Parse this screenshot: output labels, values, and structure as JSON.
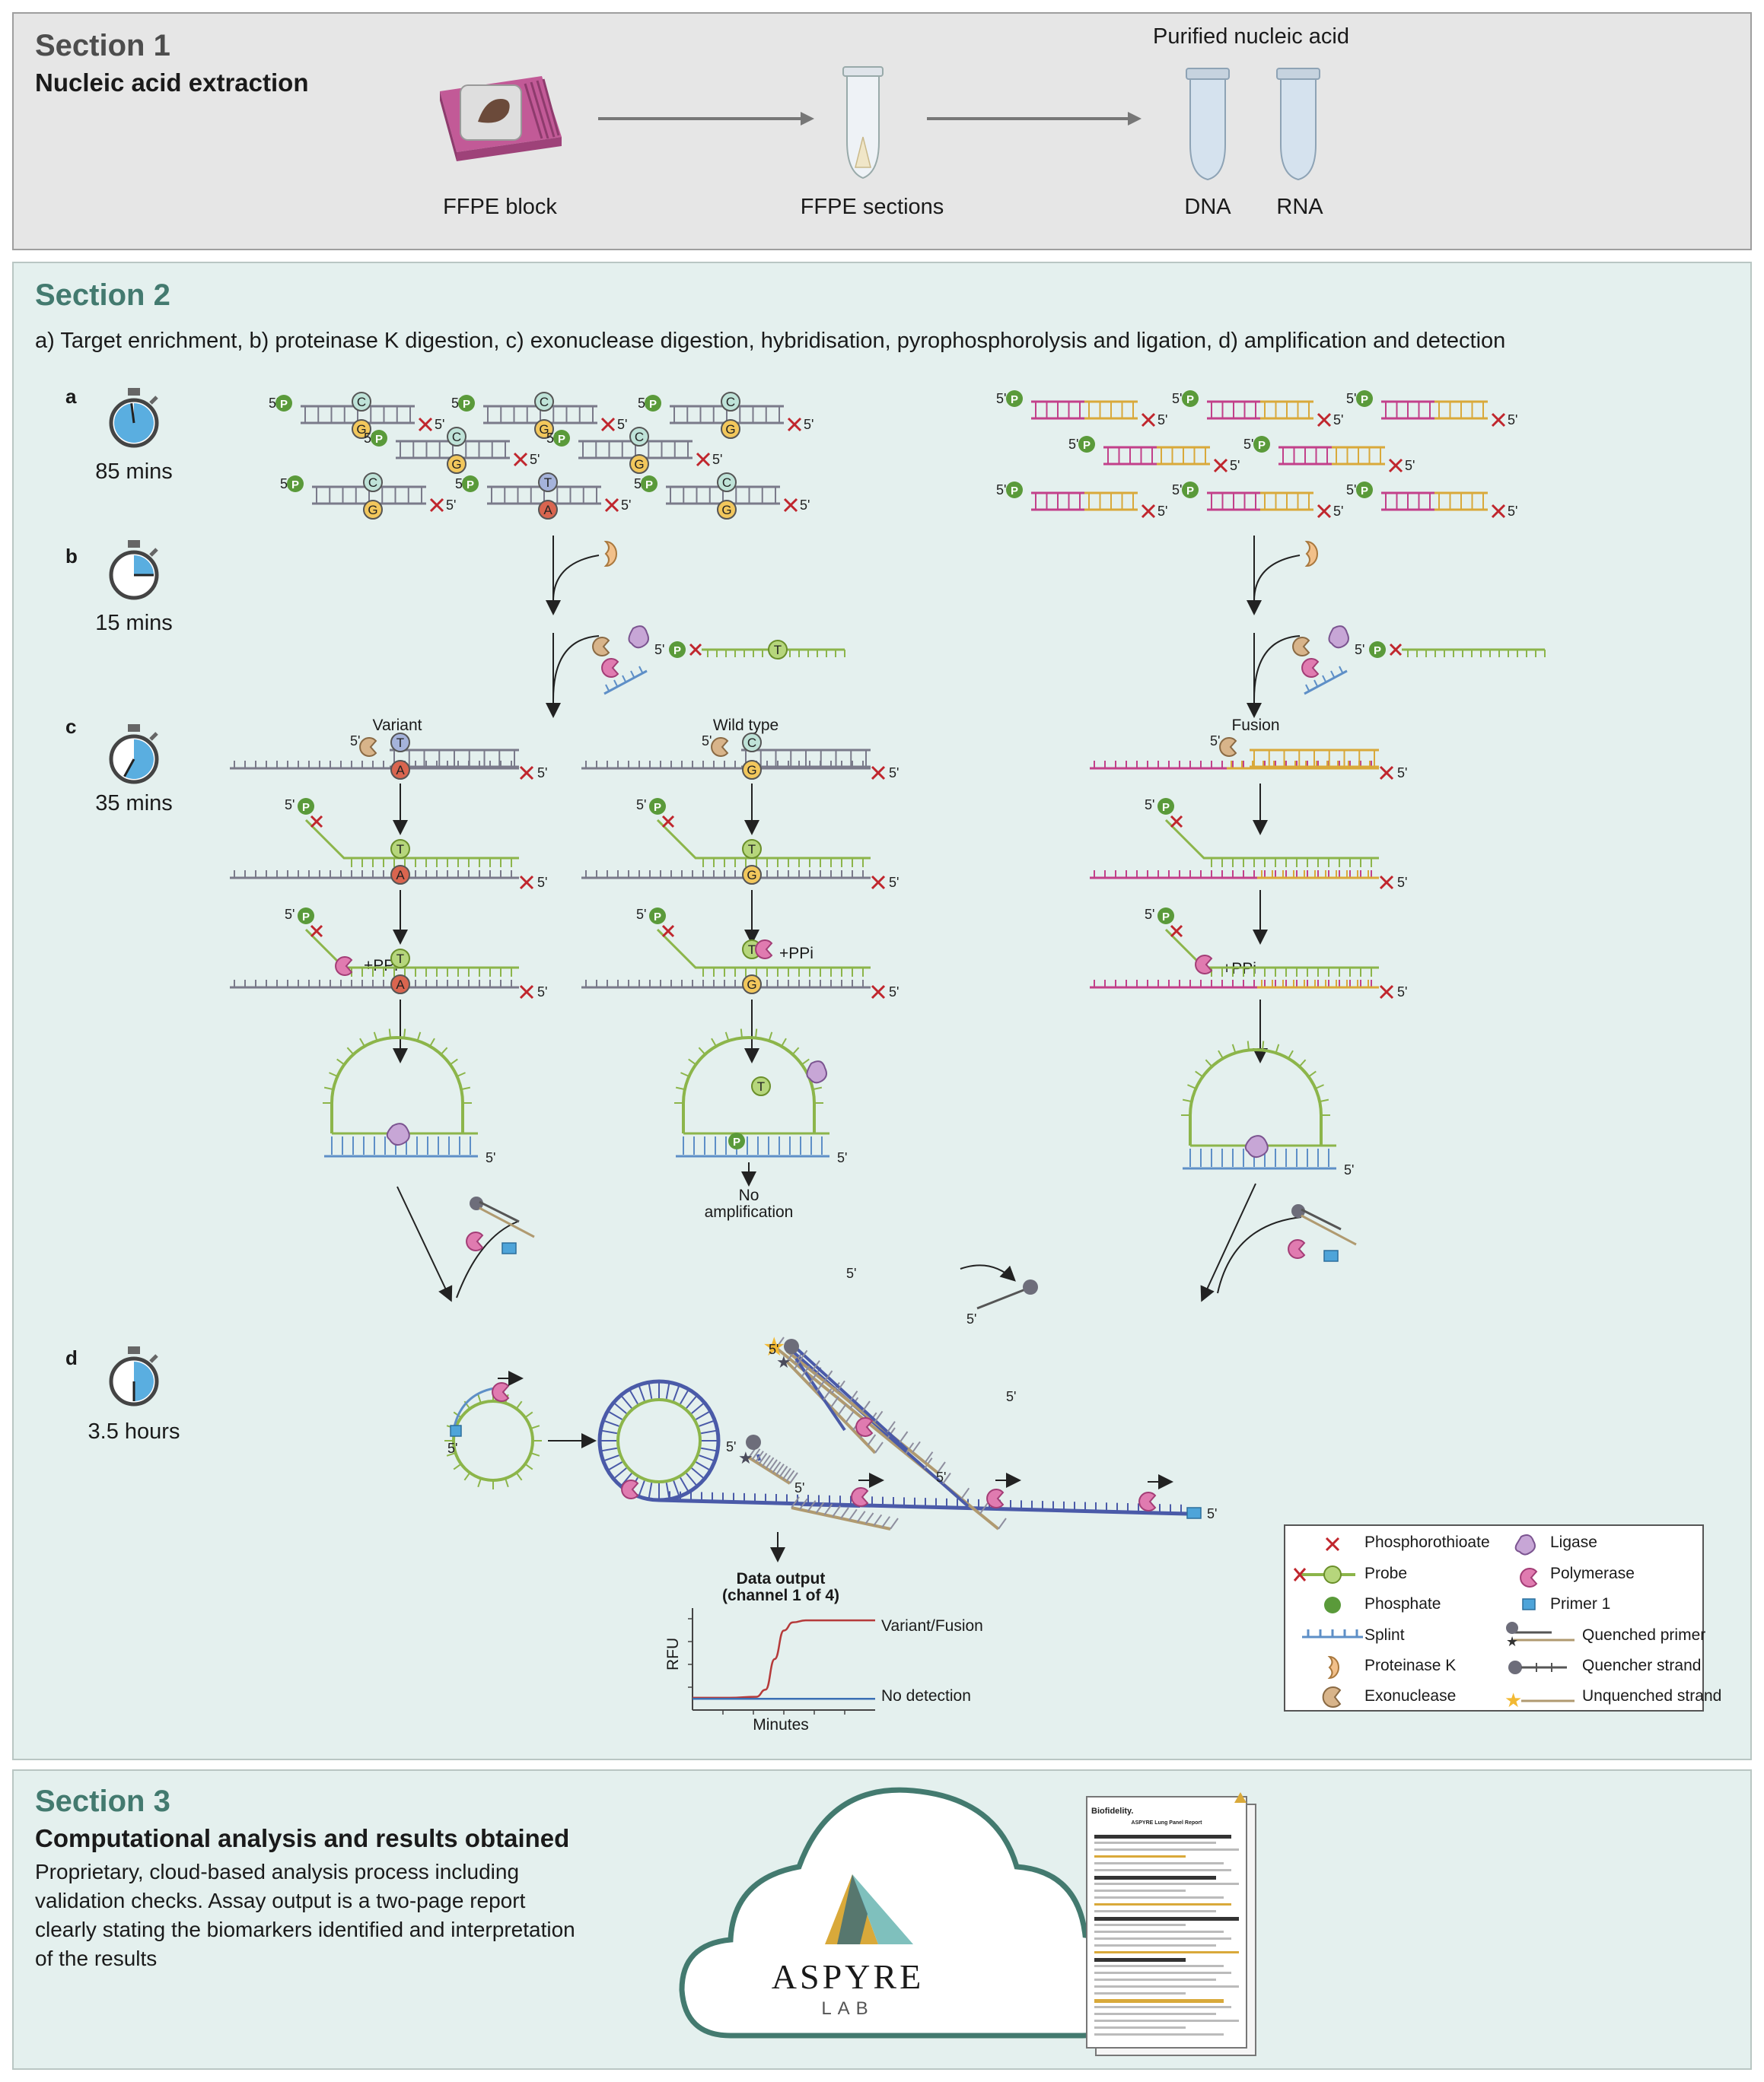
{
  "section1": {
    "title": "Section 1",
    "subtitle": "Nucleic acid extraction",
    "purified_label": "Purified nucleic acid",
    "items": [
      "FFPE block",
      "FFPE sections",
      "DNA",
      "RNA"
    ]
  },
  "section2": {
    "title": "Section 2",
    "caption": "a) Target enrichment, b) proteinase K digestion, c) exonuclease digestion, hybridisation, pyrophosphorolysis and ligation, d) amplification and detection",
    "steps": [
      {
        "letter": "a",
        "time": "85 mins",
        "fill": 0.98
      },
      {
        "letter": "b",
        "time": "15 mins",
        "fill": 0.25
      },
      {
        "letter": "c",
        "time": "35 mins",
        "fill": 0.58
      },
      {
        "letter": "d",
        "time": "3.5 hours",
        "fill": 0.5
      }
    ],
    "columns": [
      "Variant",
      "Wild type",
      "Fusion"
    ],
    "labels": {
      "five_prime": "5'",
      "phosphate": "P",
      "ppi": "+PPi",
      "no_amp": [
        "No",
        "amplification"
      ]
    },
    "bases": {
      "c": "C",
      "g": "G",
      "t": "T",
      "a": "A"
    },
    "data_output": {
      "title": "Data output",
      "subtitle": "(channel 1 of 4)",
      "ylabel": "RFU",
      "xlabel": "Minutes"
    },
    "legend": [
      "Phosphorothioate",
      "Probe",
      "Phosphate",
      "Splint",
      "Proteinase K",
      "Exonuclease",
      "Ligase",
      "Polymerase",
      "Primer 1",
      "Quenched primer",
      "Quencher strand",
      "Unquenched strand"
    ]
  },
  "chart_data": {
    "type": "line",
    "title": "Data output",
    "subtitle": "(channel 1 of 4)",
    "xlabel": "Minutes",
    "ylabel": "RFU",
    "series": [
      {
        "name": "Variant/Fusion",
        "x": [
          0,
          0.2,
          0.35,
          0.4,
          0.45,
          0.5,
          0.55,
          0.62,
          0.75,
          1.0
        ],
        "y": [
          0.12,
          0.12,
          0.13,
          0.2,
          0.5,
          0.78,
          0.86,
          0.88,
          0.88,
          0.88
        ],
        "color": "#b53a3a"
      },
      {
        "name": "No detection",
        "x": [
          0,
          1.0
        ],
        "y": [
          0.11,
          0.11
        ],
        "color": "#3a6fb5"
      }
    ],
    "xlim": [
      0,
      1
    ],
    "ylim": [
      0,
      1
    ],
    "grid": false
  },
  "section3": {
    "title": "Section 3",
    "subtitle": "Computational analysis and results obtained",
    "description": "Proprietary, cloud-based analysis process including validation checks. Assay output is a two-page report clearly stating the biomarkers identified and interpretation of the results",
    "logo_top": "ASPYRE",
    "logo_bottom": "LAB",
    "report_brand": "Biofidelity.",
    "report_title": "ASPYRE Lung Panel Report"
  },
  "colors": {
    "teal_heading": "#437a6f",
    "probe_green": "#8cb54a",
    "dna_grey": "#7a7a8a",
    "fusion_pink": "#c2408a",
    "fusion_yellow": "#d9a93a",
    "polymerase_pink": "#d1508f",
    "primer_blue": "#4ea4d9",
    "phosphorothioate_red": "#c0262d"
  }
}
